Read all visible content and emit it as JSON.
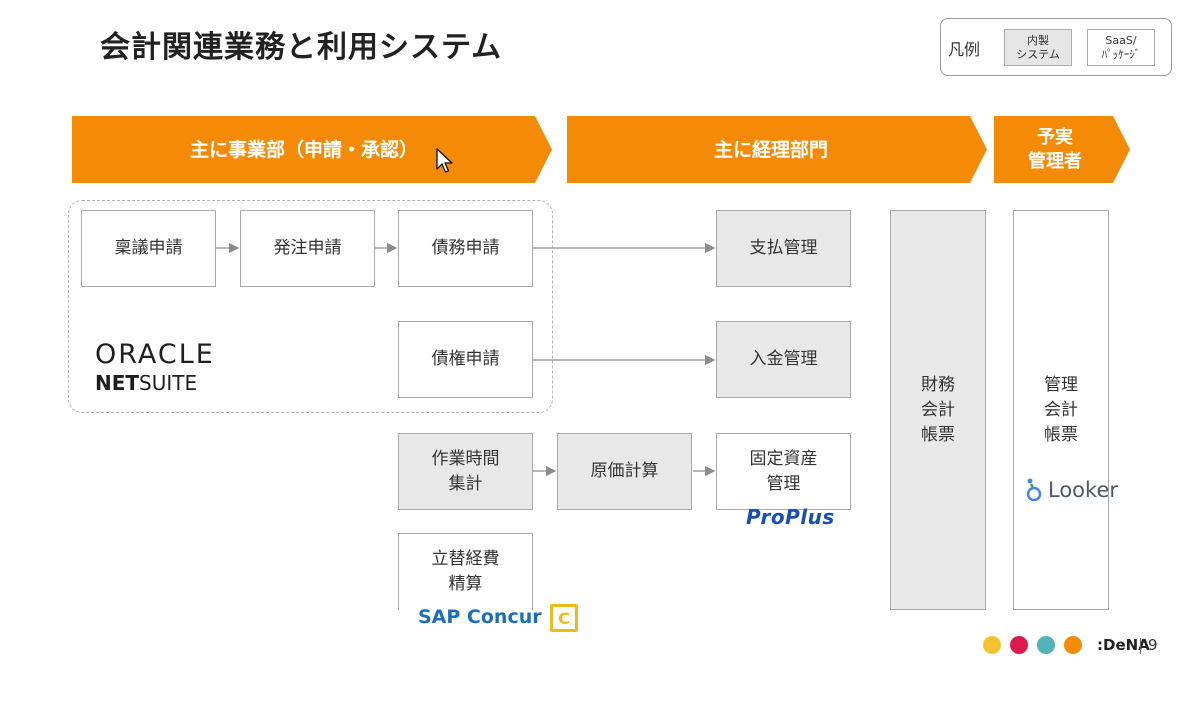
{
  "title": "会計関連業務と利用システム",
  "legend": {
    "label": "凡例",
    "inhouse": [
      "内製",
      "システム"
    ],
    "saas": [
      "SaaS/",
      "ﾊﾟｯｹｰｼﾞ"
    ]
  },
  "banners": {
    "business": "主に事業部（申請・承認）",
    "accounting": "主に経理部門",
    "budget_line1": "予実",
    "budget_line2": "管理者"
  },
  "boxes": {
    "ringi": "稟議申請",
    "order": "発注申請",
    "debt": "債務申請",
    "payment": "支払管理",
    "credit": "債権申請",
    "receipt": "入金管理",
    "worktime_1": "作業時間",
    "worktime_2": "集計",
    "cost": "原価計算",
    "fixed_1": "固定資産",
    "fixed_2": "管理",
    "expense_1": "立替経費",
    "expense_2": "精算",
    "financial_1": "財務",
    "financial_2": "会計",
    "financial_3": "帳票",
    "management_1": "管理",
    "management_2": "会計",
    "management_3": "帳票"
  },
  "logos": {
    "oracle_top": "ORACLE",
    "oracle_bottom_bold": "NET",
    "oracle_bottom_rest": "SUITE",
    "proplus": "ProPlus",
    "concur": "SAP Concur",
    "concur_icon": "C",
    "looker": "Looker"
  },
  "footer": {
    "brand": ":DeNA",
    "page": "9",
    "dot_colors": [
      "#f4c430",
      "#e0194d",
      "#4fb3b8",
      "#f58a07"
    ]
  },
  "colors": {
    "banner": "#f58a07",
    "inhouse_fill": "#e8e8e8",
    "saas_fill": "#ffffff"
  }
}
